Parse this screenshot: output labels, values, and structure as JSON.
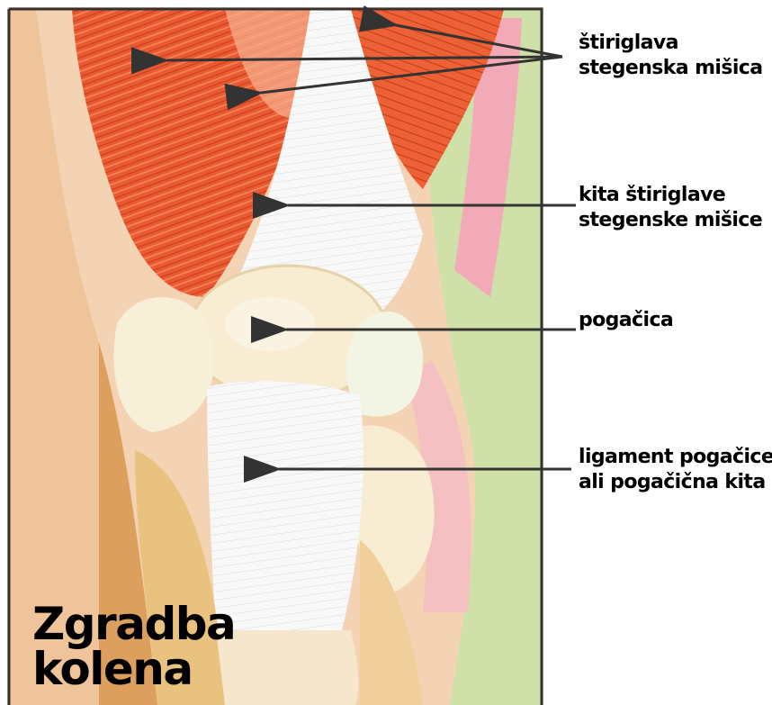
{
  "title": {
    "line1": "Zgradba",
    "line2": "kolena"
  },
  "labels": [
    {
      "line1": "štiriglava",
      "line2": "stegenska mišica"
    },
    {
      "line1": "kita štiriglave",
      "line2": "stegenske mišice"
    },
    {
      "line1": "pogačica",
      "line2": ""
    },
    {
      "line1": "ligament pogačice",
      "line2": "ali pogačična kita"
    }
  ],
  "colors": {
    "muscle": "#e8502a",
    "muscle_light": "#f4a07a",
    "tendon": "#f4f6f4",
    "bone": "#f6ead0",
    "skin_green": "#cfe0a8",
    "pink": "#f2aab8",
    "fat": "#e7b97a",
    "frame": "#333333",
    "arrow": "#333333"
  },
  "icons": [
    "knee-anatomy-illustration",
    "arrow-pointer"
  ]
}
